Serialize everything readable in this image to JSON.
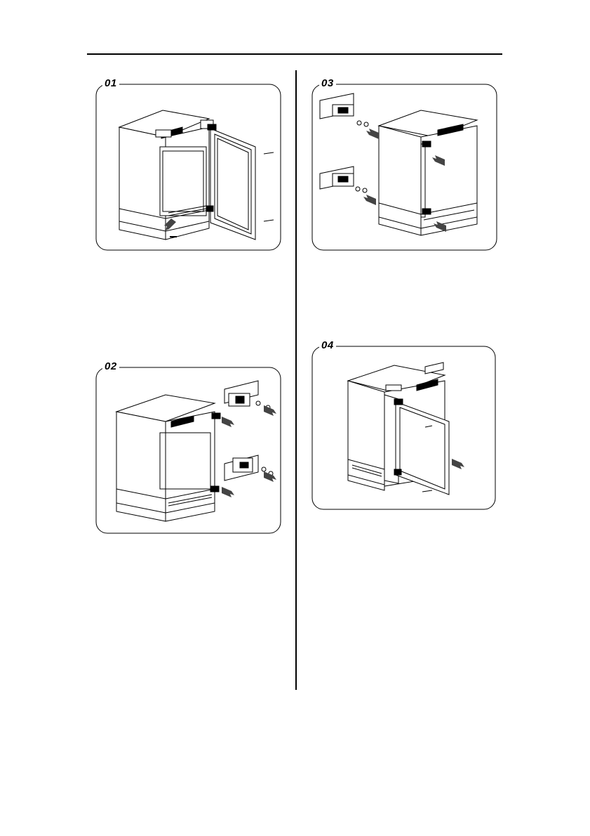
{
  "steps": [
    {
      "label": "01"
    },
    {
      "label": "02"
    },
    {
      "label": "03"
    },
    {
      "label": "04"
    }
  ],
  "colors": {
    "ink": "#000000",
    "paper": "#ffffff",
    "shade": "#555555"
  }
}
